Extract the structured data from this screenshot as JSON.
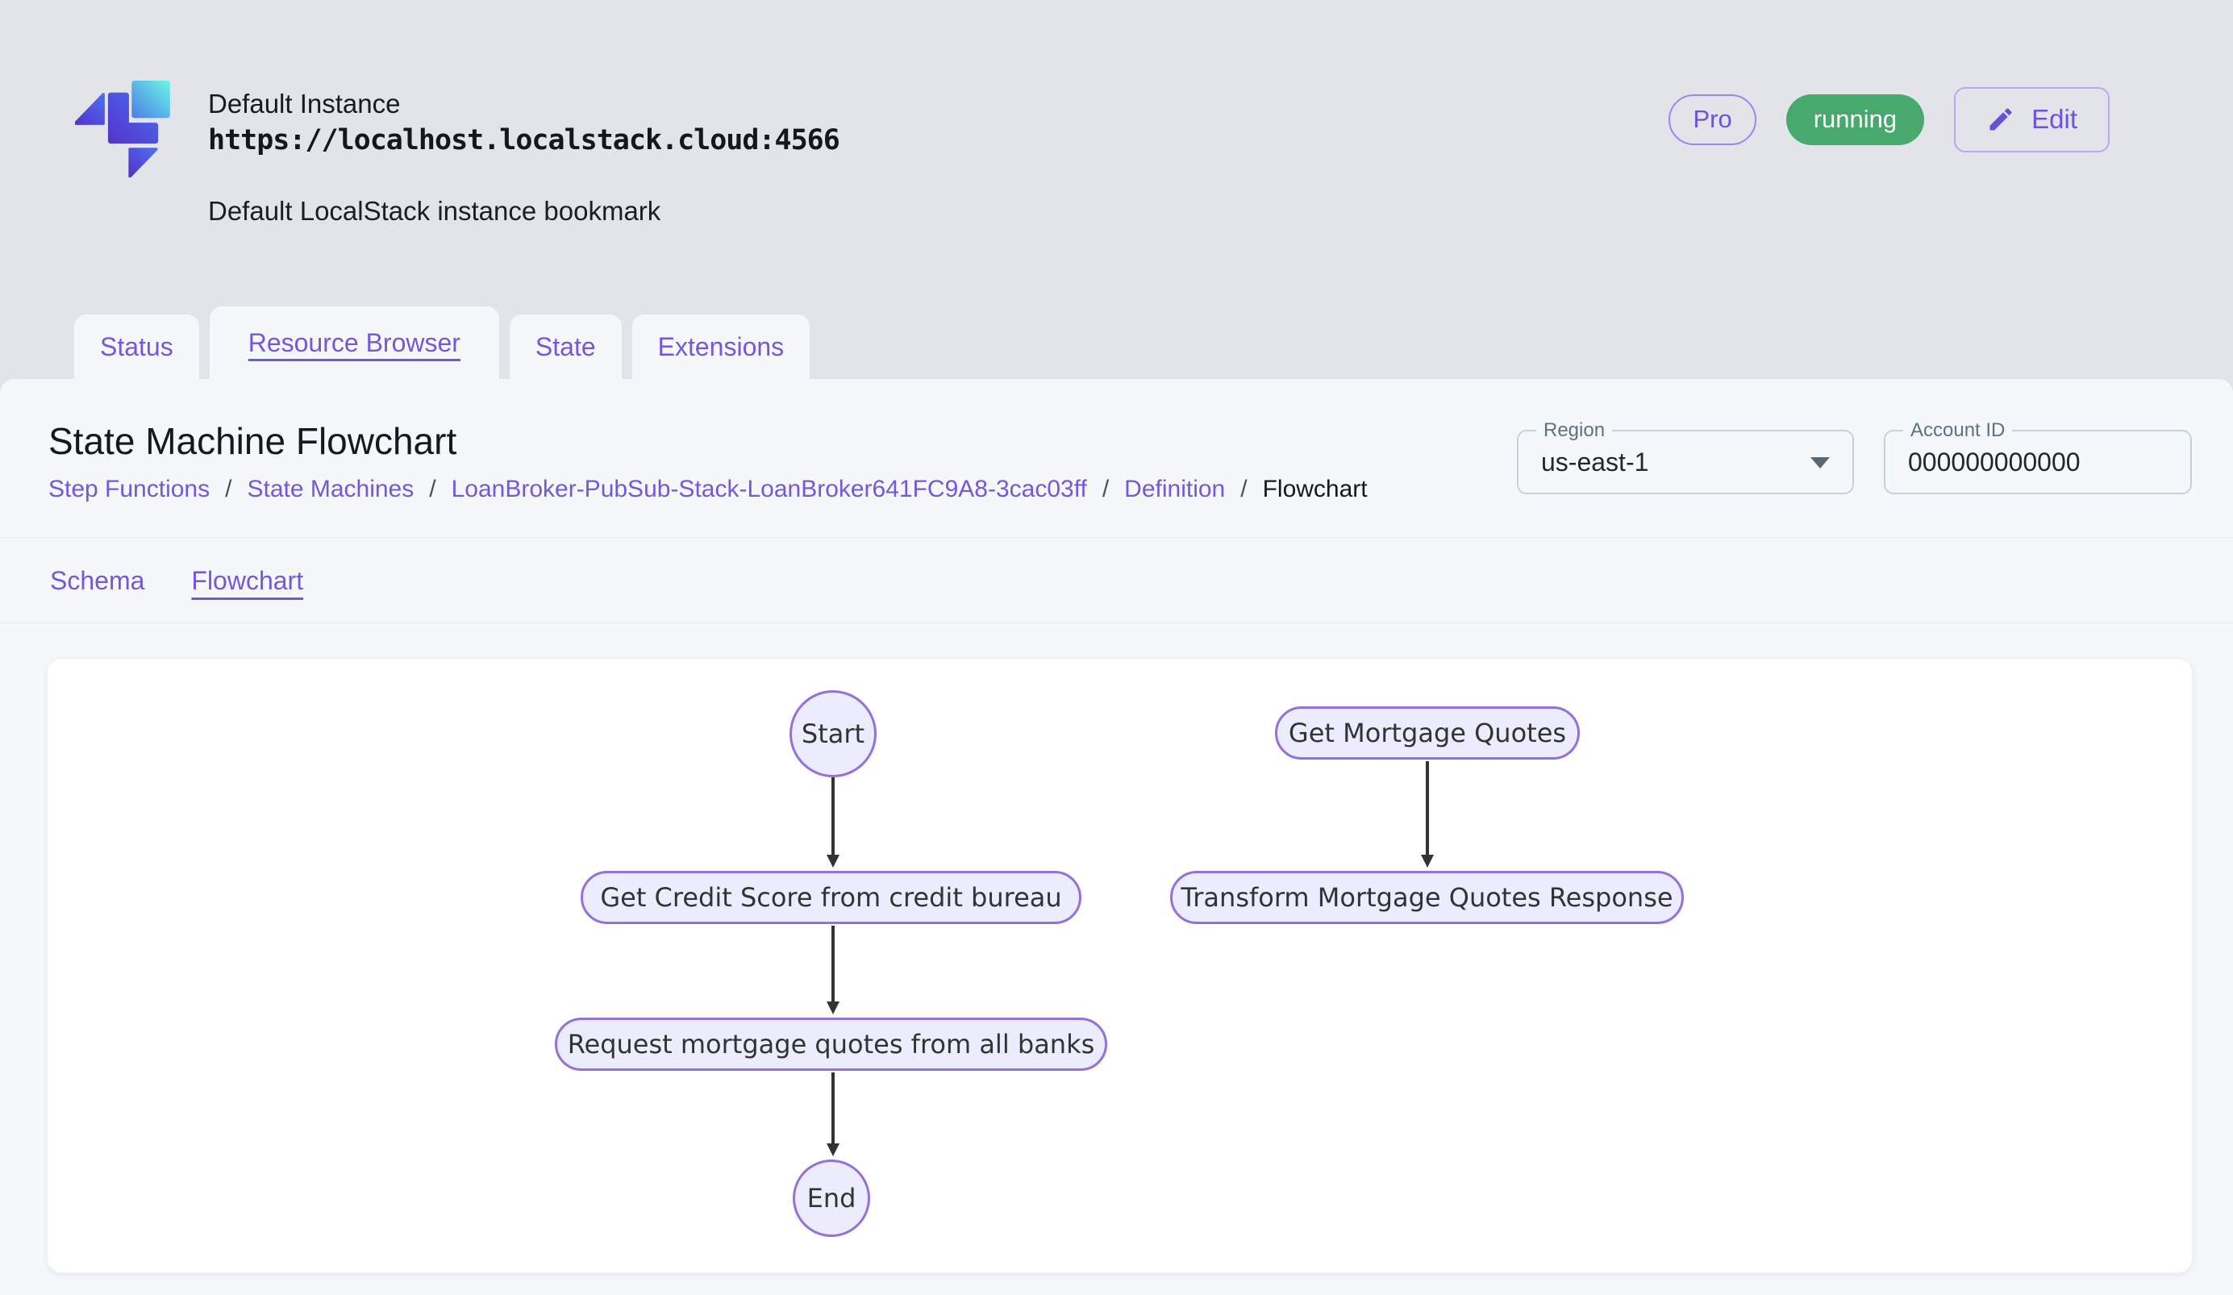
{
  "instance": {
    "name": "Default Instance",
    "url": "https://localhost.localstack.cloud:4566",
    "description": "Default LocalStack instance bookmark",
    "pro_badge": "Pro",
    "status": "running",
    "edit_label": "Edit"
  },
  "tabs": [
    {
      "label": "Status",
      "active": false
    },
    {
      "label": "Resource Browser",
      "active": true
    },
    {
      "label": "State",
      "active": false
    },
    {
      "label": "Extensions",
      "active": false
    }
  ],
  "resource_page": {
    "title": "State Machine Flowchart",
    "breadcrumb": {
      "separator": "/",
      "items": [
        {
          "label": "Step Functions",
          "link": true
        },
        {
          "label": "State Machines",
          "link": true
        },
        {
          "label": "LoanBroker-PubSub-Stack-LoanBroker641FC9A8-3cac03ff",
          "link": true
        },
        {
          "label": "Definition",
          "link": true
        },
        {
          "label": "Flowchart",
          "link": false
        }
      ]
    },
    "region_field": {
      "label": "Region",
      "value": "us-east-1"
    },
    "account_field": {
      "label": "Account ID",
      "value": "000000000000"
    },
    "subtabs": [
      {
        "label": "Schema",
        "active": false
      },
      {
        "label": "Flowchart",
        "active": true
      }
    ]
  },
  "flowchart": {
    "nodes": [
      {
        "id": "start",
        "label": "Start",
        "shape": "ellipse"
      },
      {
        "id": "get-mortgage-quotes",
        "label": "Get Mortgage Quotes",
        "shape": "rounded-rect"
      },
      {
        "id": "get-credit-score",
        "label": "Get Credit Score from credit bureau",
        "shape": "rounded-rect"
      },
      {
        "id": "transform-mortgage-quotes-response",
        "label": "Transform Mortgage Quotes Response",
        "shape": "rounded-rect"
      },
      {
        "id": "request-mortgage-quotes",
        "label": "Request mortgage quotes from all banks",
        "shape": "rounded-rect"
      },
      {
        "id": "end",
        "label": "End",
        "shape": "ellipse"
      }
    ],
    "edges": [
      {
        "from": "start",
        "to": "get-credit-score"
      },
      {
        "from": "get-credit-score",
        "to": "request-mortgage-quotes"
      },
      {
        "from": "request-mortgage-quotes",
        "to": "end"
      },
      {
        "from": "get-mortgage-quotes",
        "to": "transform-mortgage-quotes-response"
      }
    ]
  },
  "colors": {
    "accent_purple": "#6F52DC",
    "status_green": "#47A96D",
    "node_fill": "#ECECFF",
    "node_border": "#9370DB",
    "page_background": "#E2E4E9",
    "panel_background": "#F5F8FA",
    "arrow": "#333333"
  },
  "icons": {
    "edit": "pencil-icon",
    "region_dropdown": "chevron-down-icon"
  }
}
